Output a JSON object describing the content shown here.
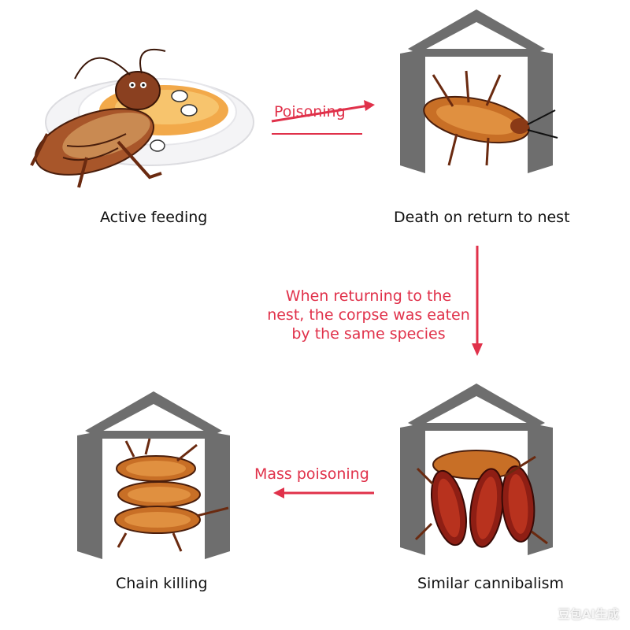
{
  "steps": {
    "active_feeding": "Active feeding",
    "death_on_return": "Death on return to nest",
    "similar_cannibalism": "Similar cannibalism",
    "chain_killing": "Chain killing"
  },
  "arrows": {
    "poisoning": "Poisoning",
    "mass_poisoning": "Mass poisoning",
    "return_line1": "When returning to the",
    "return_line2": "nest, the corpse was eaten",
    "return_line3": "by the same species"
  },
  "watermark": "豆包AI生成",
  "colors": {
    "accent_red": "#e0314a",
    "house_gray": "#6e6e6e",
    "roach_body": "#c8742a",
    "roach_dark": "#7a2a16"
  }
}
